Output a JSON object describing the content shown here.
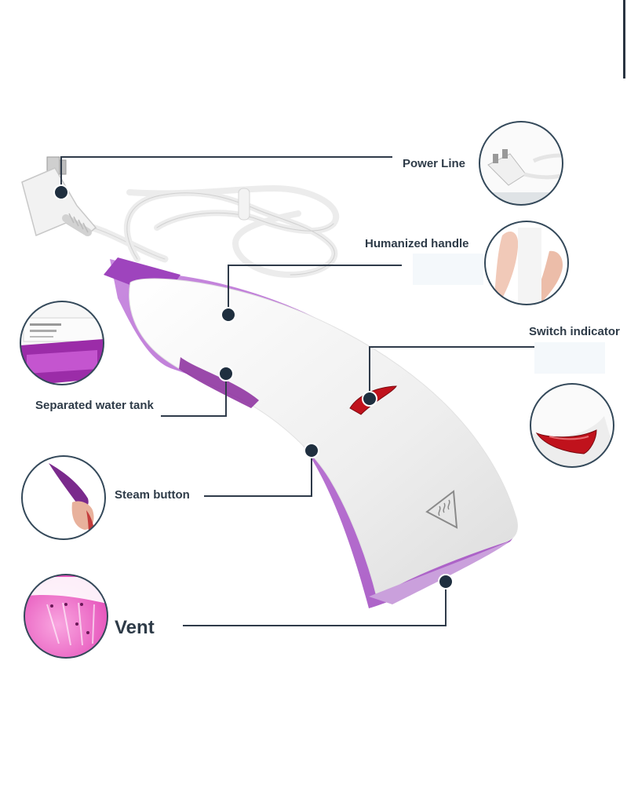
{
  "callouts": {
    "power_line": "Power Line",
    "humanized_handle": "Humanized handle",
    "switch_indicator": "Switch indicator",
    "separated_water_tank": "Separated water tank",
    "steam_button": "Steam button",
    "vent": "Vent"
  },
  "colors": {
    "leader_line": "#2f3b4a",
    "dot": "#1f2f3f",
    "circle_border": "#34495a",
    "body_white": "#f1f1f1",
    "trim_purple": "#b86fd0",
    "accent_purple": "#8a2a9c",
    "indicator_red": "#c0121c",
    "vent_pink": "#f266c6"
  },
  "icons": [
    "plug-icon",
    "hand-icon",
    "water-tank-icon",
    "steam-button-icon",
    "vent-icon",
    "steam-warning-icon"
  ]
}
